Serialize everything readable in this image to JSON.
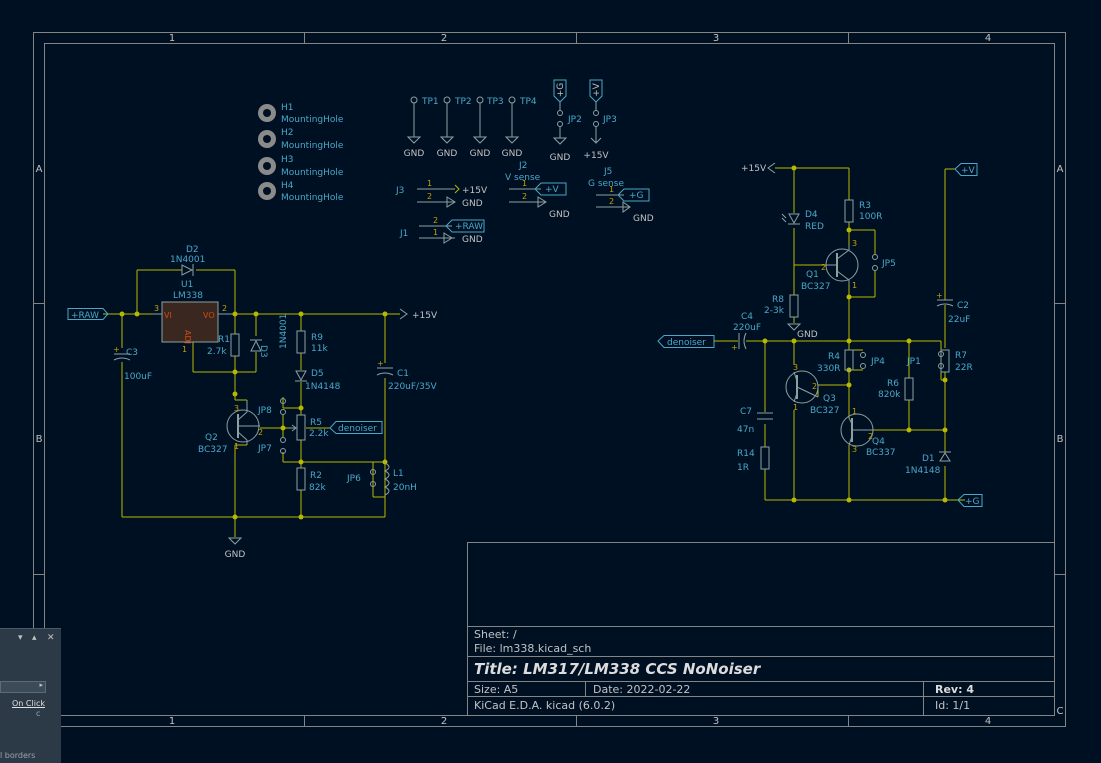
{
  "frame": {
    "col_labels": [
      "1",
      "2",
      "3",
      "4"
    ],
    "row_labels": [
      "A",
      "B",
      "C"
    ]
  },
  "colors": {
    "background": "#001023",
    "frame": "#848484",
    "wire": "#b8b800",
    "symbol": "#8ca0a0",
    "reference": "#48a8c8",
    "pin_number": "#c8a000",
    "pin_name": "#d04a10",
    "label_border": "#48a8c8"
  },
  "title_block": {
    "sheet": "Sheet: /",
    "file": "File: lm338.kicad_sch",
    "title": "Title: LM317/LM338 CCS NoNoiser",
    "size": "Size: A5",
    "date": "Date: 2022-02-22",
    "rev": "Rev: 4",
    "tool": "KiCad E.D.A.  kicad (6.0.2)",
    "id": "Id: 1/1"
  },
  "mounting_holes": [
    {
      "ref": "H1",
      "value": "MountingHole"
    },
    {
      "ref": "H2",
      "value": "MountingHole"
    },
    {
      "ref": "H3",
      "value": "MountingHole"
    },
    {
      "ref": "H4",
      "value": "MountingHole"
    }
  ],
  "test_points": [
    "TP1",
    "TP2",
    "TP3",
    "TP4"
  ],
  "power": {
    "gnd": "GND",
    "p15v": "+15V",
    "pv": "+V",
    "pg": "+G"
  },
  "labels": {
    "raw": "+RAW",
    "denoiser": "denoiser",
    "pv": "+V",
    "pg": "+G"
  },
  "connectors": {
    "j1": "J1",
    "j2": "J2",
    "j2_value": "V sense",
    "j3": "J3",
    "j5": "J5",
    "j5_value": "G sense",
    "jp2": "JP2",
    "jp3": "JP3"
  },
  "components": {
    "d2": {
      "ref": "D2",
      "value": "1N4001"
    },
    "u1": {
      "ref": "U1",
      "value": "LM338",
      "pin_vi": "VI",
      "pin_vo": "VO",
      "pin_adj": "ADJ"
    },
    "r1": {
      "ref": "R1",
      "value": "2.7k"
    },
    "d3": {
      "ref": "D3",
      "value": "1N4001"
    },
    "c3": {
      "ref": "C3",
      "value": "100uF"
    },
    "r9": {
      "ref": "R9",
      "value": "11k"
    },
    "d5": {
      "ref": "D5",
      "value": "1N4148"
    },
    "c1": {
      "ref": "C1",
      "value": "220uF/35V"
    },
    "q2": {
      "ref": "Q2",
      "value": "BC327"
    },
    "jp8": {
      "ref": "JP8"
    },
    "jp7": {
      "ref": "JP7"
    },
    "r5": {
      "ref": "R5",
      "value": "2.2k"
    },
    "r2": {
      "ref": "R2",
      "value": "82k"
    },
    "jp6": {
      "ref": "JP6"
    },
    "l1": {
      "ref": "L1",
      "value": "20nH"
    },
    "d4": {
      "ref": "D4",
      "value": "RED"
    },
    "r3": {
      "ref": "R3",
      "value": "100R"
    },
    "q1": {
      "ref": "Q1",
      "value": "BC327"
    },
    "jp5": {
      "ref": "JP5"
    },
    "r8": {
      "ref": "R8",
      "value": "2-3k"
    },
    "c4": {
      "ref": "C4",
      "value": "220uF"
    },
    "r4": {
      "ref": "R4",
      "value": "330R"
    },
    "jp4": {
      "ref": "JP4"
    },
    "jp1": {
      "ref": "JP1"
    },
    "c2": {
      "ref": "C2",
      "value": "22uF"
    },
    "r7": {
      "ref": "R7",
      "value": "22R"
    },
    "r6": {
      "ref": "R6",
      "value": "820k"
    },
    "q3": {
      "ref": "Q3",
      "value": "BC327"
    },
    "q4": {
      "ref": "Q4",
      "value": "BC337"
    },
    "c7": {
      "ref": "C7",
      "value": "47n"
    },
    "r14": {
      "ref": "R14",
      "value": "1R"
    },
    "d1": {
      "ref": "D1",
      "value": "1N4148"
    }
  },
  "panel": {
    "on_click": "On Click",
    "borders": "l borders",
    "marker": "c"
  }
}
